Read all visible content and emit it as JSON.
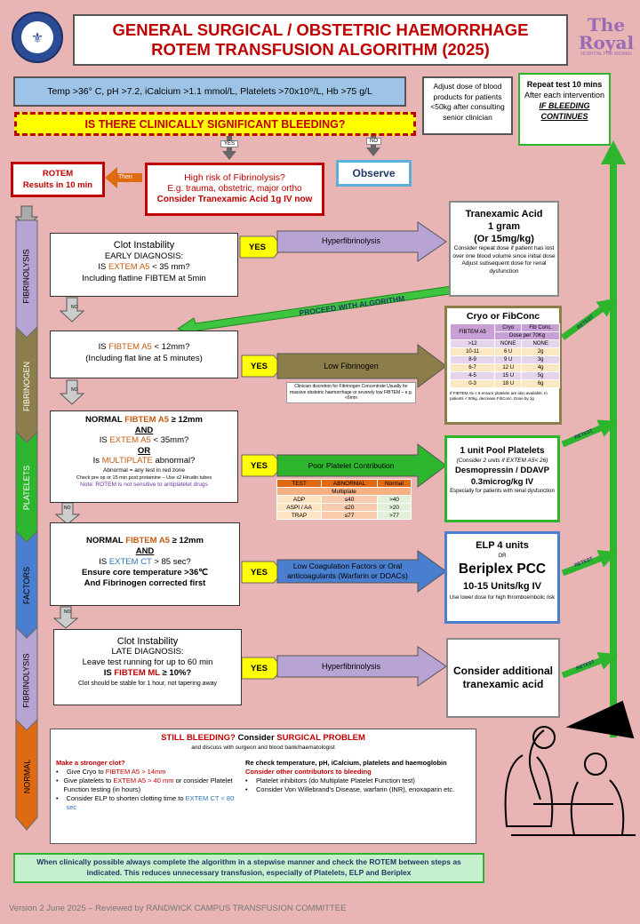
{
  "header": {
    "title_line1": "GENERAL SURGICAL / OBSTETRIC HAEMORRHAGE",
    "title_line2": "ROTEM TRANSFUSION ALGORITHM (2025)",
    "logo_text": "The Royal",
    "logo_sub": "HOSPITAL FOR WOMEN"
  },
  "targets": "Temp >36° C, pH >7.2, iCalcium >1.1 mmol/L, Platelets >70x10⁹/L, Hb >75 g/L",
  "adjust_dose": "Adjust dose of blood products for patients <50kg after consulting senior clinician",
  "repeat_test": {
    "line1": "Repeat test 10 mins",
    "line2": "After each intervention",
    "line3": "IF BLEEDING CONTINUES"
  },
  "question": "IS THERE CLINICALLY SIGNIFICANT BLEEDING?",
  "yes": "YES",
  "no": "NO",
  "observe": "Observe",
  "rotem": {
    "line1": "ROTEM",
    "line2": "Results in 10 min"
  },
  "then": "Then",
  "fibrinolysis_risk": {
    "line1": "High risk of Fibrinolysis?",
    "line2": "E.g. trauma, obstetric, major ortho",
    "line3": "Consider Tranexamic Acid 1g IV now"
  },
  "side_labels": [
    "FIBRINOLYSIS",
    "FIBRINOGEN",
    "PLATELETS",
    "FACTORS",
    "FIBRINOLYSIS",
    "NORMAL"
  ],
  "step1": {
    "title": "Clot Instability",
    "sub": "EARLY DIAGNOSIS:",
    "q_pre": "IS ",
    "q_key": "EXTEM A5",
    "q_post": " < 35 mm?",
    "extra": "Including flatline FIBTEM at 5min"
  },
  "step2": {
    "q_pre": "IS ",
    "q_key": "FIBTEM A5",
    "q_post": " < 12mm?",
    "extra": "(Including flat line at 5 minutes)"
  },
  "step3": {
    "l1_pre": "NORMAL ",
    "l1_key": "FIBTEM A5",
    "l1_post": " ≥ 12mm",
    "and": "AND",
    "l2_pre": "IS ",
    "l2_key": "EXTEM A5",
    "l2_post": " < 35mm?",
    "or": "OR",
    "l3_pre": "Is ",
    "l3_key": "MULTIPLATE",
    "l3_post": " abnormal?",
    "note1": "Abnormal = any test in red zone",
    "note2": "Check pre op or 15 min post protamine – Use x2 Hirudin tubes",
    "note3": "Note: ROTEM is not sensitive to antiplatelet drugs"
  },
  "step4": {
    "l1_pre": "NORMAL ",
    "l1_key": "FIBTEM A5",
    "l1_post": " ≥ 12mm",
    "and": "AND",
    "l2_pre": "IS ",
    "l2_key": "EXTEM CT",
    "l2_post": " > 85 sec?",
    "l3": "Ensure core temperature >36℃",
    "l4": "And Fibrinogen corrected first"
  },
  "step5": {
    "title": "Clot Instability",
    "sub": "LATE DIAGNOSIS:",
    "l1": "Leave test running for up to 60 min",
    "q_pre": "IS ",
    "q_key": "FIBTEM ML",
    "q_post": " ≥ 10%?",
    "note": "Clot should be stable for 1 hour, not tapering away"
  },
  "dx": {
    "hyperfibrinolysis": "Hyperfibrinolysis",
    "low_fibrinogen": "Low Fibrinogen",
    "fib_note": "Clinician discretion for Fibrinogen Concentrate Usually for massive obstetric haemorrhage or severely low FIBTEM – e.g. <6mm",
    "poor_platelet": "Poor Platelet Contribution",
    "low_factors": "Low Coagulation Factors or Oral anticoagulants (Warfarin or DOACs)",
    "hyperfibrinolysis2": "Hyperfibrinolysis"
  },
  "multiplate": {
    "headers": [
      "TEST",
      "ABNORMAL",
      "Normal"
    ],
    "subheader": "Multiplate",
    "rows": [
      [
        "ADP",
        "≤40",
        ">40"
      ],
      [
        "ASPI / AA",
        "≤20",
        ">20"
      ],
      [
        "TRAP",
        "≤77",
        ">77"
      ]
    ]
  },
  "tx1": {
    "title": "Tranexamic Acid",
    "dose": "1 gram",
    "dose2": "(Or 15mg/kg)",
    "note1": "Consider repeat dose if patient has lost over one blood volume since initial dose",
    "note2": "Adjust subsequent dose for renal dysfunction"
  },
  "proceed": "PROCEED WITH ALGORITHM",
  "tx2": {
    "title": "Cryo or FibConc",
    "cols": [
      "FIBTEM A5",
      "Cryo",
      "Fib Conc."
    ],
    "dose_hdr": "Dose per 70Kg",
    "rows": [
      [
        ">12",
        "NONE",
        "NONE"
      ],
      [
        "10-11",
        "6 U",
        "2g"
      ],
      [
        "8-9",
        "9 U",
        "3g"
      ],
      [
        "6-7",
        "12 U",
        "4g"
      ],
      [
        "4-5",
        "15 U",
        "5g"
      ],
      [
        "0-3",
        "18 U",
        "6g"
      ]
    ],
    "note": "If FIBTEM A5 < 6 ensure platelets are also available. In patients < 50kg, decrease FibConc. Dose by 1g"
  },
  "tx3": {
    "title": "1 unit Pool Platelets",
    "sub": "(Consider 2 units if EXTEM A5< 26)",
    "l1": "Desmopressin / DDAVP",
    "l2": "0.3microg/kg IV",
    "note": "Especially for patients with renal dysfunction"
  },
  "tx4": {
    "title": "ELP 4 units",
    "or": "OR",
    "title2": "Beriplex PCC",
    "dose": "10-15 Units/kg IV",
    "note": "Use lower dose for high thromboembolic risk"
  },
  "tx5": {
    "title": "Consider additional tranexamic acid"
  },
  "retest": "RETEST",
  "still": {
    "title_pre": "STILL BLEEDING?",
    "title_mid": " Consider ",
    "title_key": "SURGICAL PROBLEM",
    "sub": "and discuss with surgeon and blood bank/haematologist",
    "left_hdr": "Make a stronger clot?",
    "left": [
      {
        "pre": "Give Cryo to ",
        "key": "FIBTEM A5 > 14mm",
        "post": ""
      },
      {
        "pre": "Give platelets to ",
        "key": "EXTEM A5 > 40 mm",
        "post": " or consider Platelet Function testing (in hours)"
      },
      {
        "pre": "Consider ELP to shorten clotting time to ",
        "key": "EXTEM CT < 80 sec",
        "post": ""
      }
    ],
    "right_hdr1": "Re check temperature, pH, iCalcium, platelets and haemoglobin",
    "right_hdr2": "Consider other contributors to bleeding",
    "right": [
      "Platelet inhibitors (do Multiplate Platelet Function test)",
      "Consider Von Willebrand's Disease, warfarin (INR), enoxaparin etc."
    ]
  },
  "footer_note": "When clinically possible always complete the algorithm in a stepwise manner and check the ROTEM between steps as indicated. This reduces unnecessary transfusion, especially of Platelets, ELP and Beriplex",
  "version": "Version 2 June 2025 – Reviewed by RANDWICK CAMPUS TRANSFUSION COMMITTEE",
  "colors": {
    "background": "#e8b4b4",
    "red": "#c00000",
    "green": "#2db52d",
    "purple": "#b8a4d4",
    "olive": "#8c7e4a",
    "blue": "#4a7fd0",
    "orange": "#e06a12"
  }
}
